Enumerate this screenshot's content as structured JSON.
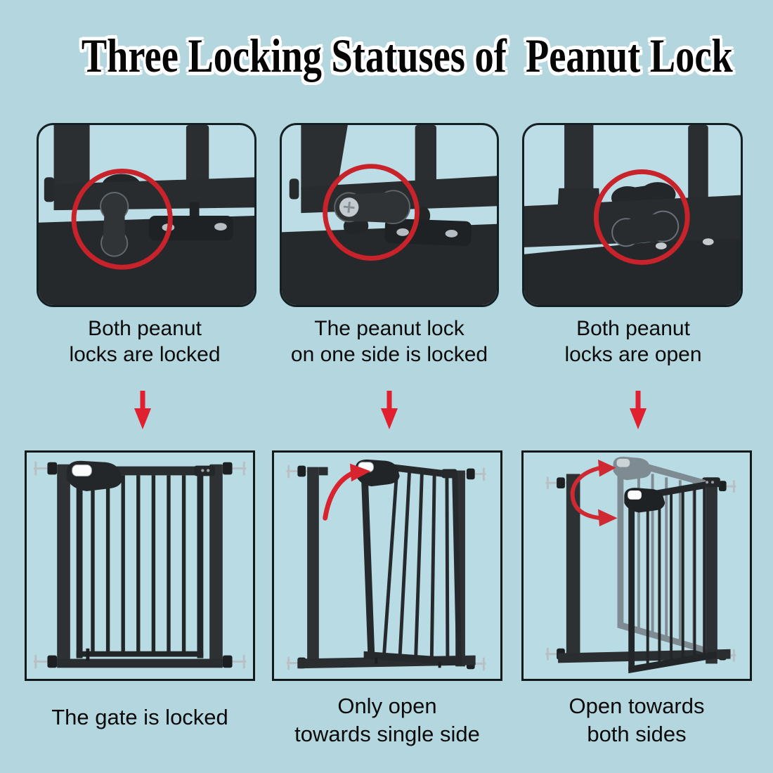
{
  "title": "Three Locking Statuses of  Peanut Lock",
  "colors": {
    "background": "#b4d6de",
    "panel_inner_blue": "#bcdde5",
    "photo_border": "#152025",
    "illustration_border": "#131818",
    "gate_dark": "#2b2e30",
    "gate_darker": "#232628",
    "ghost_gate_gray": "#7e8b93",
    "silver": "#bfc6cb",
    "highlight_red": "#c8222b",
    "arrow_red": "#e01f2f",
    "text": "#0a0a0a",
    "title_outline": "#ffffff"
  },
  "icons": {
    "red-circle-highlight": "◯",
    "red-down-arrow": "▼",
    "red-curved-arrow": "↷",
    "red-double-curved-arrow": "⤸"
  },
  "columns": [
    {
      "lock_caption": [
        "Both peanut",
        "locks are locked"
      ],
      "gate_caption": [
        "The gate is locked",
        ""
      ]
    },
    {
      "lock_caption": [
        "The peanut lock",
        "on one side is locked"
      ],
      "gate_caption": [
        "Only open",
        "towards single side"
      ]
    },
    {
      "lock_caption": [
        "Both peanut",
        "locks are open"
      ],
      "gate_caption": [
        "Open towards",
        "both sides"
      ]
    }
  ]
}
